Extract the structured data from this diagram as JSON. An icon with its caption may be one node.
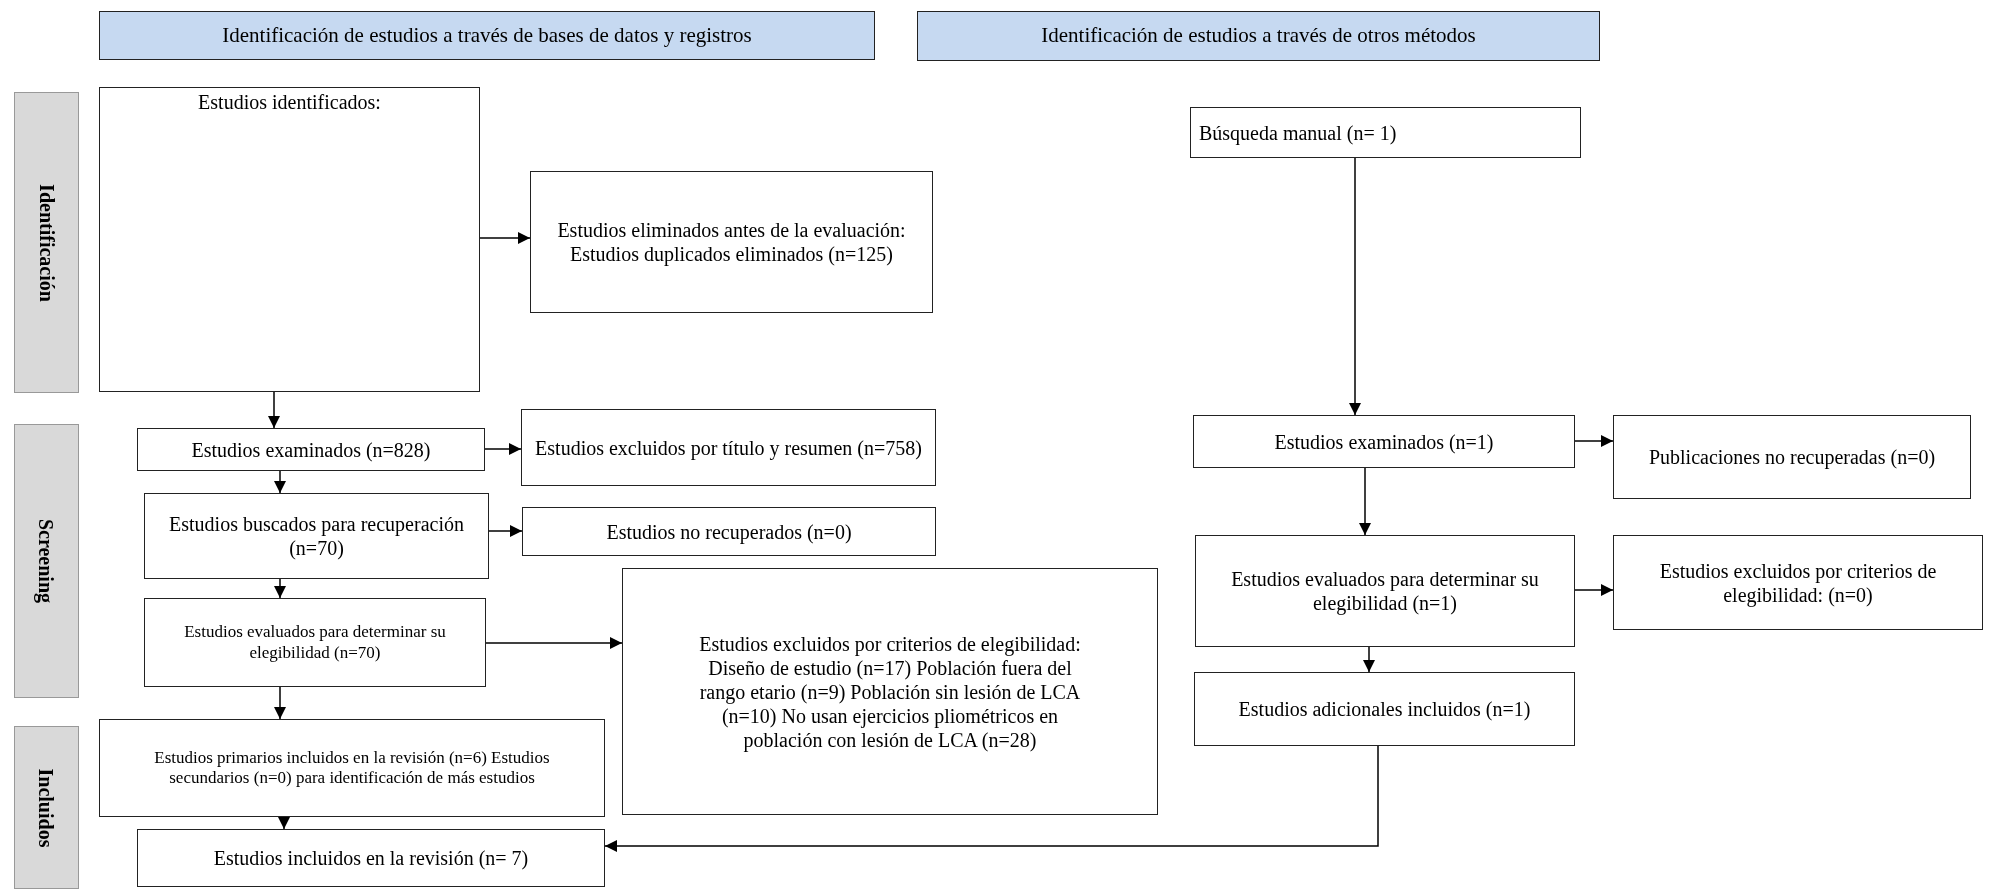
{
  "diagram": {
    "nodes": [
      {
        "text": [
          "Identificación de estudios a través de bases de datos y registros"
        ]
      },
      {
        "text": [
          "Identificación de estudios a través de otros métodos"
        ]
      },
      {
        "text": [
          "Identificación"
        ]
      },
      {
        "text": [
          "Screening"
        ]
      },
      {
        "text": [
          "Incluidos"
        ]
      },
      {
        "text": [
          "Estudios identificados:"
        ]
      },
      {
        "text": [
          "Estudios eliminados antes de la evaluación: Estudios duplicados eliminados (n=125)"
        ]
      },
      {
        "text": [
          "Estudios examinados (n=828)"
        ]
      },
      {
        "text": [
          "Estudios excluidos por título y resumen (n=758)"
        ]
      },
      {
        "text": [
          "Estudios buscados para recuperación (n=70)"
        ]
      },
      {
        "text": [
          "Estudios no recuperados (n=0)"
        ]
      },
      {
        "text": [
          "Estudios evaluados para determinar su elegibilidad (n=70)"
        ]
      },
      {
        "text": [
          "Estudios excluidos por criterios de elegibilidad: Diseño de estudio (n=17) Población fuera del rango etario (n=9) Población sin lesión de LCA (n=10) No usan ejercicios pliométricos en población con lesión de LCA (n=28)"
        ]
      },
      {
        "text": [
          "Estudios primarios incluidos en la revisión (n=6) Estudios secundarios (n=0) para identificación de más estudios"
        ]
      },
      {
        "text": [
          "Estudios incluidos en la revisión (n= 7)"
        ]
      },
      {
        "text": [
          "Búsqueda manual (n= 1)"
        ]
      },
      {
        "text": [
          "Estudios examinados (n=1)"
        ]
      },
      {
        "text": [
          "Publicaciones no recuperadas (n=0)"
        ]
      },
      {
        "text": [
          "Estudios evaluados para determinar su elegibilidad (n=1)"
        ]
      },
      {
        "text": [
          "Estudios excluidos por criterios de elegibilidad: (n=0)"
        ]
      },
      {
        "text": [
          "Estudios adicionales incluidos (n=1)"
        ]
      }
    ],
    "edges": [
      {
        "from": 5,
        "to": 6,
        "arrow": "to"
      },
      {
        "from": 5,
        "to": 7,
        "arrow": "to"
      },
      {
        "from": 7,
        "to": 8,
        "arrow": "to"
      },
      {
        "from": 7,
        "to": 9,
        "arrow": "to"
      },
      {
        "from": 9,
        "to": 10,
        "arrow": "to"
      },
      {
        "from": 9,
        "to": 11,
        "arrow": "to"
      },
      {
        "from": 11,
        "to": 12,
        "arrow": "to"
      },
      {
        "from": 11,
        "to": 13,
        "arrow": "to"
      },
      {
        "from": 13,
        "to": 14,
        "arrow": "to"
      },
      {
        "from": 15,
        "to": 16,
        "arrow": "to"
      },
      {
        "from": 16,
        "to": 17,
        "arrow": "to"
      },
      {
        "from": 16,
        "to": 18,
        "arrow": "to"
      },
      {
        "from": 18,
        "to": 19,
        "arrow": "to"
      },
      {
        "from": 18,
        "to": 20,
        "arrow": "to"
      },
      {
        "from": 20,
        "to": 14,
        "arrow": "to"
      }
    ]
  }
}
